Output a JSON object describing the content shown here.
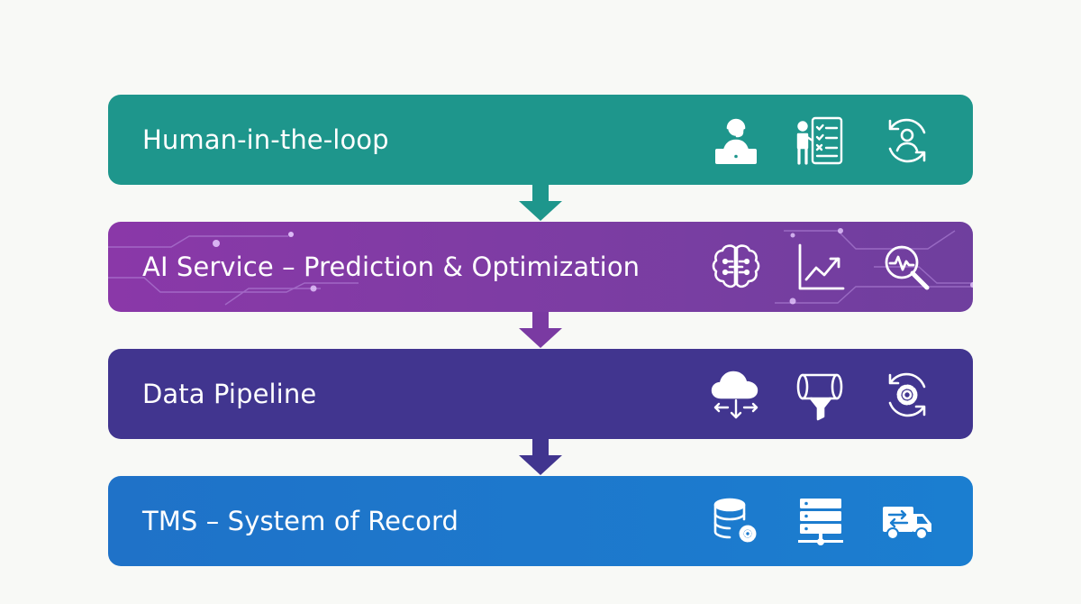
{
  "diagram": {
    "layers": [
      {
        "id": "human-in-the-loop",
        "label": "Human-in-the-loop",
        "color": "#1e968c",
        "icons": [
          "support-agent-icon",
          "checklist-icon",
          "user-sync-icon"
        ]
      },
      {
        "id": "ai-service",
        "label": "AI Service – Prediction & Optimization",
        "color": "#7c3da3",
        "icons": [
          "ai-brain-icon",
          "growth-chart-icon",
          "analytics-search-icon"
        ]
      },
      {
        "id": "data-pipeline",
        "label": "Data Pipeline",
        "color": "#41358f",
        "icons": [
          "cloud-transfer-icon",
          "pipeline-filter-icon",
          "gear-sync-icon"
        ]
      },
      {
        "id": "tms",
        "label": "TMS – System of Record",
        "color": "#1b7ed0",
        "icons": [
          "database-gear-icon",
          "server-network-icon",
          "delivery-truck-icon"
        ]
      }
    ],
    "connectors": [
      {
        "from": "human-in-the-loop",
        "to": "ai-service",
        "color": "#1e968c"
      },
      {
        "from": "ai-service",
        "to": "data-pipeline",
        "color": "#7c3da3"
      },
      {
        "from": "data-pipeline",
        "to": "tms",
        "color": "#41358f"
      }
    ]
  }
}
